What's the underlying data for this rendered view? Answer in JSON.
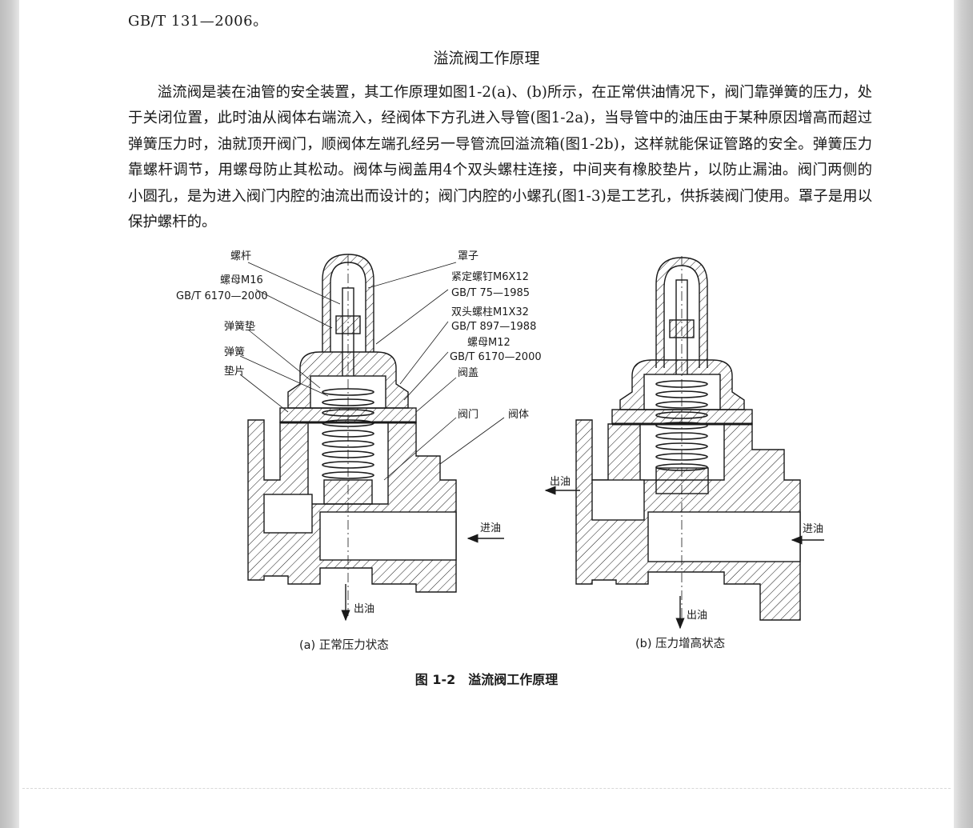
{
  "page": {
    "standard_ref": "GB/T 131—2006。",
    "section_title": "溢流阀工作原理",
    "paragraph": "溢流阀是装在油管的安全装置，其工作原理如图1-2(a)、(b)所示，在正常供油情况下，阀门靠弹簧的压力，处于关闭位置，此时油从阀体右端流入，经阀体下方孔进入导管(图1-2a)，当导管中的油压由于某种原因增高而超过弹簧压力时，油就顶开阀门，顺阀体左端孔经另一导管流回溢流箱(图1-2b)，这样就能保证管路的安全。弹簧压力靠螺杆调节，用螺母防止其松动。阀体与阀盖用4个双头螺柱连接，中间夹有橡胶垫片，以防止漏油。阀门两侧的小圆孔，是为进入阀门内腔的油流出而设计的；阀门内腔的小螺孔(图1-3)是工艺孔，供拆装阀门使用。罩子是用以保护螺杆的。"
  },
  "figure": {
    "caption": "图 1-2　溢流阀工作原理",
    "sub_a": "(a) 正常压力状态",
    "sub_b": "(b) 压力增高状态",
    "labels_a": {
      "screw": "螺杆",
      "nut_m16": "螺母M16",
      "nut_m16_std": "GB/T 6170—2000",
      "spring_washer": "弹簧垫",
      "spring": "弹簧",
      "gasket": "垫片",
      "cover": "罩子",
      "set_screw": "紧定螺钉M6X12",
      "set_screw_std": "GB/T 75—1985",
      "stud": "双头螺柱M1X32",
      "stud_std": "GB/T 897—1988",
      "nut_m12": "螺母M12",
      "nut_m12_std": "GB/T 6170—2000",
      "bonnet": "阀盖",
      "valve": "阀门",
      "body": "阀体",
      "oil_in": "进油",
      "oil_out": "出油"
    },
    "labels_b": {
      "oil_out_left": "出油",
      "oil_in": "进油",
      "oil_out_bottom": "出油"
    }
  },
  "colors": {
    "ink": "#1a1a1a",
    "frame": "#c8c8c8"
  }
}
